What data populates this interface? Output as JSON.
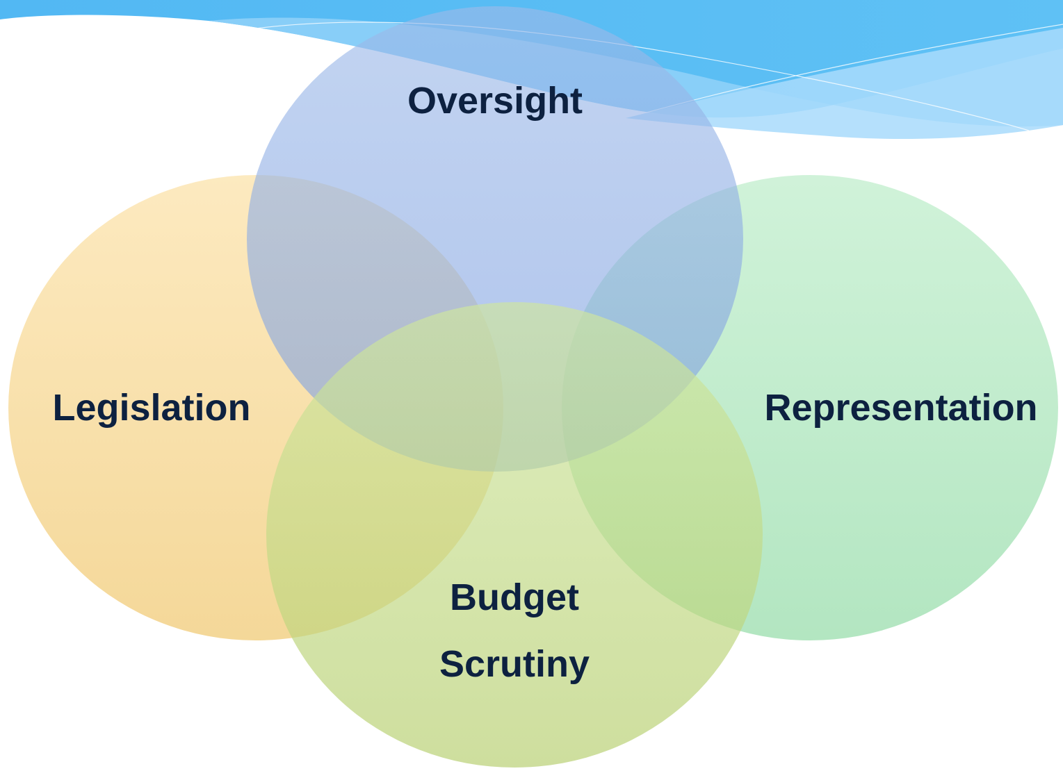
{
  "diagram": {
    "type": "venn",
    "sets": [
      {
        "id": "oversight",
        "label": "Oversight",
        "color": "#8FAEE5"
      },
      {
        "id": "legislation",
        "label": "Legislation",
        "color": "#F6D78E"
      },
      {
        "id": "representation",
        "label": "Representation",
        "color": "#9EE0AE"
      },
      {
        "id": "budget",
        "label_lines": [
          "Budget",
          "Scrutiny"
        ],
        "color": "#C2D97A"
      }
    ]
  },
  "colors": {
    "text": "#0D2140",
    "banner_dark": "#4DB3F2",
    "banner_light": "#A8DBFB"
  }
}
